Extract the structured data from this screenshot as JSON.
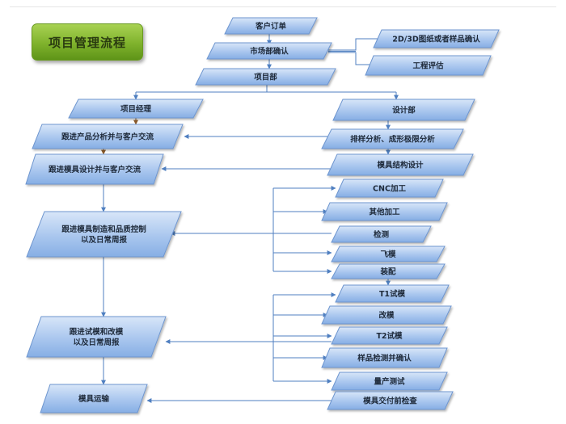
{
  "title": "项目管理流程",
  "colors": {
    "box_top": "#cfe0f6",
    "box_bottom": "#8fb3e6",
    "box_border": "#6d95cf",
    "connector": "#4f7fc0",
    "title_green": "#8cc03a"
  },
  "nodes": {
    "customer_order": "客户订单",
    "market_confirm": "市场部确认",
    "drawing_confirm": "2D/3D图纸或者样品确认",
    "engineering_eval": "工程评估",
    "project_dept": "项目部",
    "project_manager": "项目经理",
    "design_dept": "设计部",
    "follow_product_analysis": "跟进产品分析并与客户交流",
    "layout_analysis": "排样分析、成形极限分析",
    "follow_mold_design": "跟进模具设计并与客户交流",
    "mold_structure_design": "模具结构设计",
    "cnc_machining": "CNC加工",
    "other_machining": "其他加工",
    "follow_manufacturing_line1": "跟进模具制造和品质控制",
    "follow_manufacturing_line2": "以及日常周报",
    "inspection": "检测",
    "fly_mold": "飞模",
    "assembly": "装配",
    "t1_trial": "T1试模",
    "modify_mold": "改模",
    "follow_trial_line1": "跟进试模和改模",
    "follow_trial_line2": "以及日常周报",
    "t2_trial": "T2试模",
    "sample_inspection": "样品检测并确认",
    "mass_production_test": "量产测试",
    "mold_shipping": "模具运输",
    "pre_delivery_check": "模具交付前检查"
  }
}
